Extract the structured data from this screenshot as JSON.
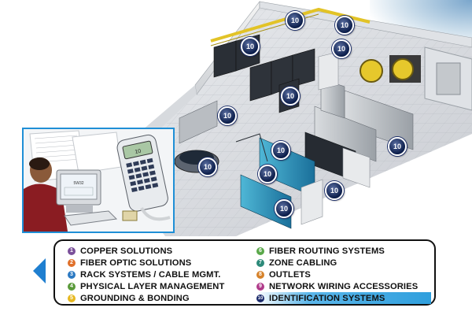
{
  "scene": {
    "badges": [
      {
        "label": "10"
      },
      {
        "label": "10"
      },
      {
        "label": "10"
      },
      {
        "label": "10"
      },
      {
        "label": "10"
      },
      {
        "label": "10"
      },
      {
        "label": "10"
      },
      {
        "label": "10"
      },
      {
        "label": "10"
      },
      {
        "label": "10"
      },
      {
        "label": "10"
      },
      {
        "label": "10"
      }
    ]
  },
  "inset": {
    "device_screen_text": "10",
    "monitor_text": "5W32"
  },
  "legend": {
    "left_items": [
      {
        "num": "1",
        "label": "COPPER SOLUTIONS",
        "color": "#7a4f9a"
      },
      {
        "num": "2",
        "label": "FIBER OPTIC SOLUTIONS",
        "color": "#e0702a"
      },
      {
        "num": "3",
        "label": "RACK SYSTEMS / CABLE MGMT.",
        "color": "#2b79c2"
      },
      {
        "num": "4",
        "label": "PHYSICAL LAYER MANAGEMENT",
        "color": "#5a9a3a"
      },
      {
        "num": "5",
        "label": "GROUNDING & BONDING",
        "color": "#e6b820"
      }
    ],
    "right_items": [
      {
        "num": "6",
        "label": "FIBER ROUTING SYSTEMS",
        "color": "#5aa84a"
      },
      {
        "num": "7",
        "label": "ZONE CABLING",
        "color": "#2d8a7a"
      },
      {
        "num": "8",
        "label": "OUTLETS",
        "color": "#d6822a"
      },
      {
        "num": "9",
        "label": "NETWORK WIRING ACCESSORIES",
        "color": "#b03a8a"
      },
      {
        "num": "10",
        "label": "IDENTIFICATION SYSTEMS",
        "color": "#1b2a6b"
      }
    ]
  },
  "colors": {
    "accent": "#1f8fd6",
    "badge": "#0b1d4a",
    "selected_highlight": "#5bb6ea"
  }
}
